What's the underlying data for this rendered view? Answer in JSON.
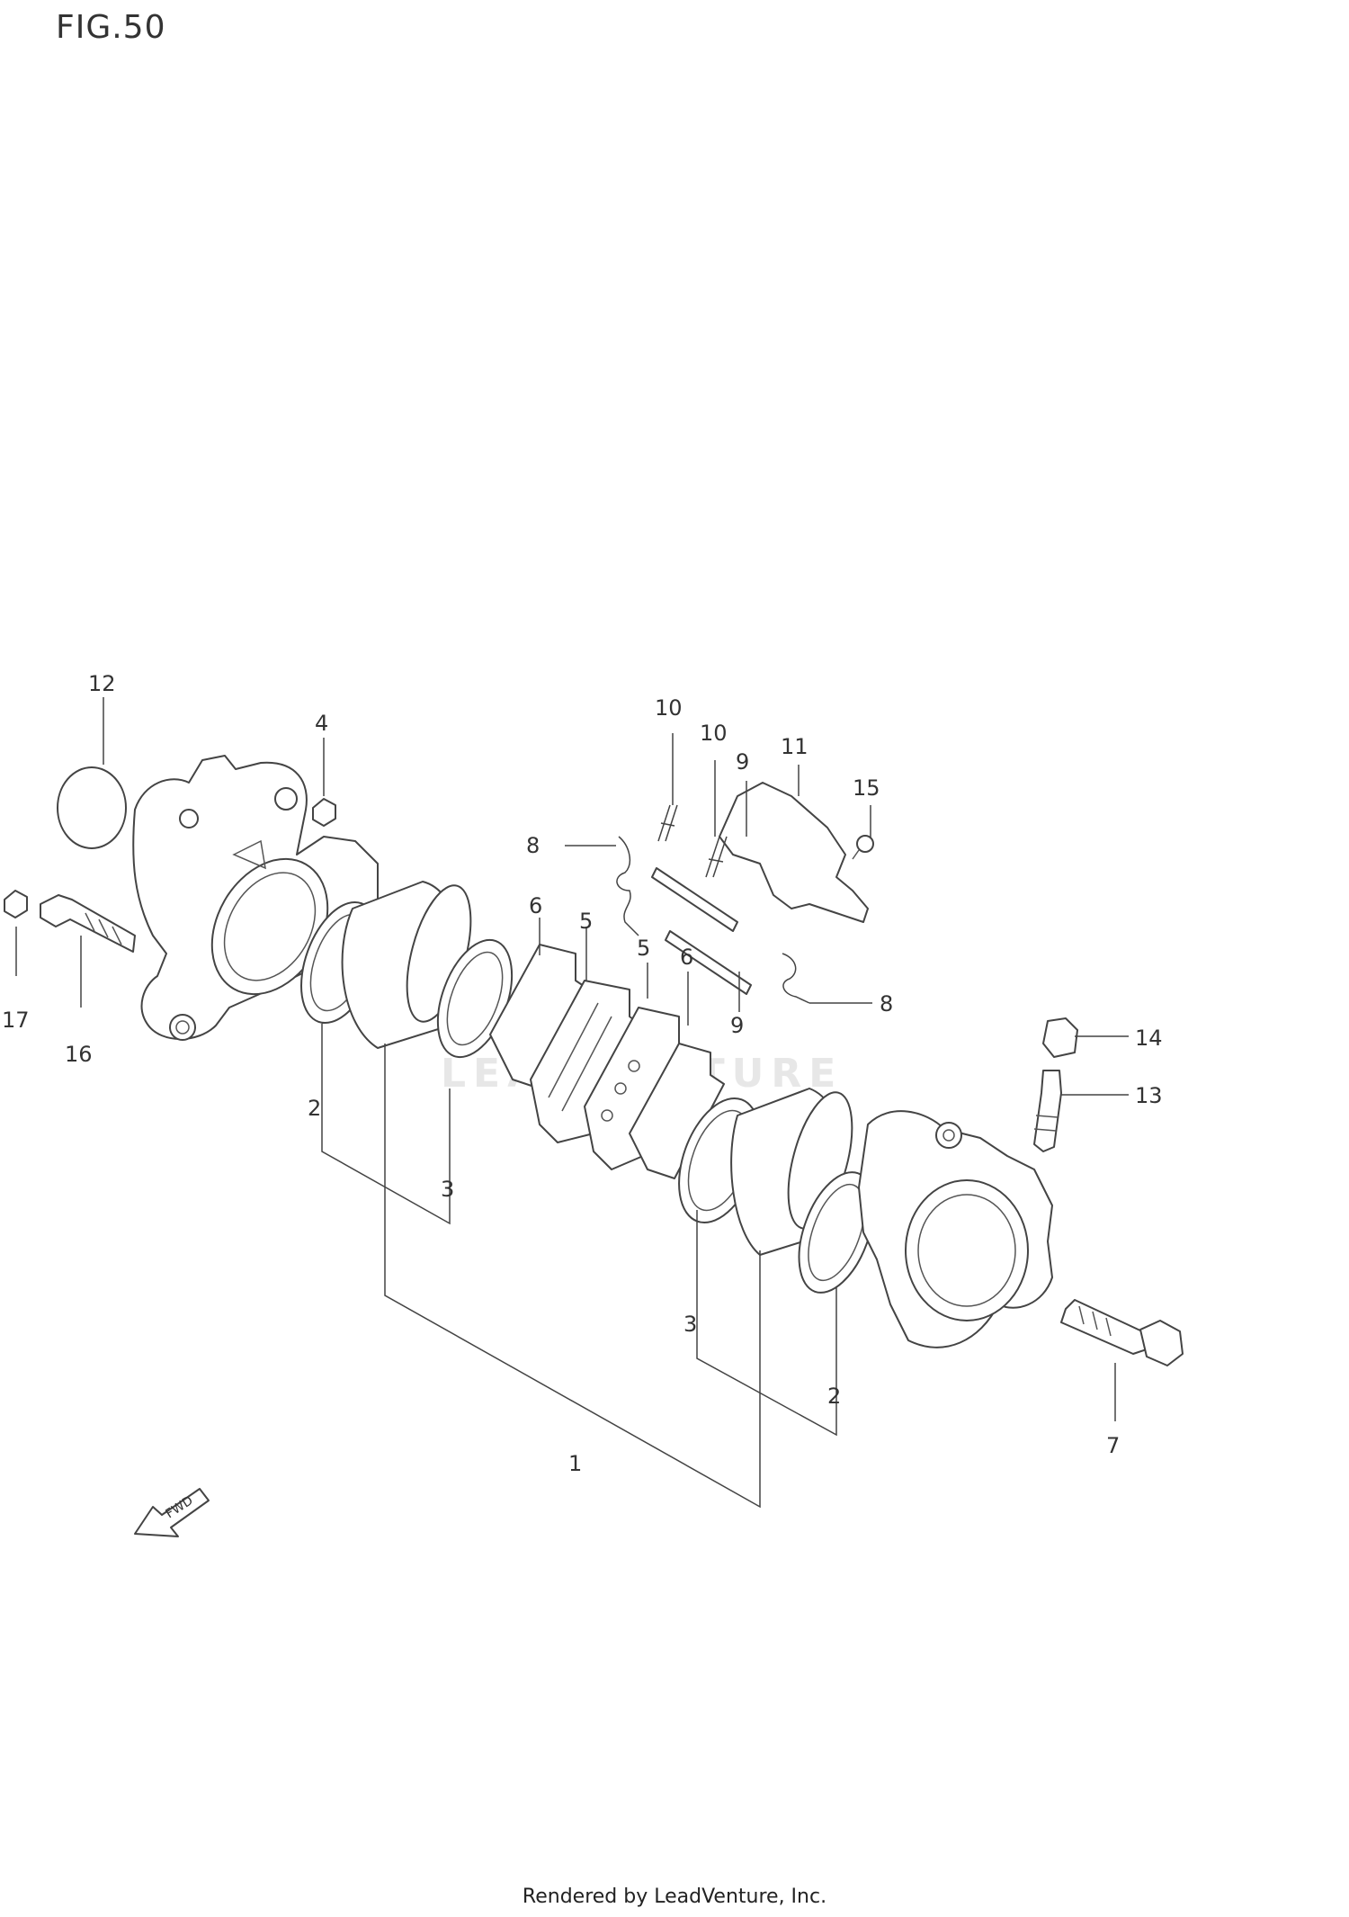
{
  "figure": {
    "title": "FIG.50"
  },
  "watermark": "LEADVENTURE",
  "fwd_label": "FWD",
  "footer": "Rendered by LeadVenture, Inc.",
  "callouts": {
    "c1": "1",
    "c2a": "2",
    "c2b": "2",
    "c3a": "3",
    "c3b": "3",
    "c4": "4",
    "c5a": "5",
    "c5b": "5",
    "c6a": "6",
    "c6b": "6",
    "c7": "7",
    "c8a": "8",
    "c8b": "8",
    "c9a": "9",
    "c9b": "9",
    "c10a": "10",
    "c10b": "10",
    "c11": "11",
    "c12": "12",
    "c13": "13",
    "c14": "14",
    "c15": "15",
    "c16": "16",
    "c17": "17"
  }
}
